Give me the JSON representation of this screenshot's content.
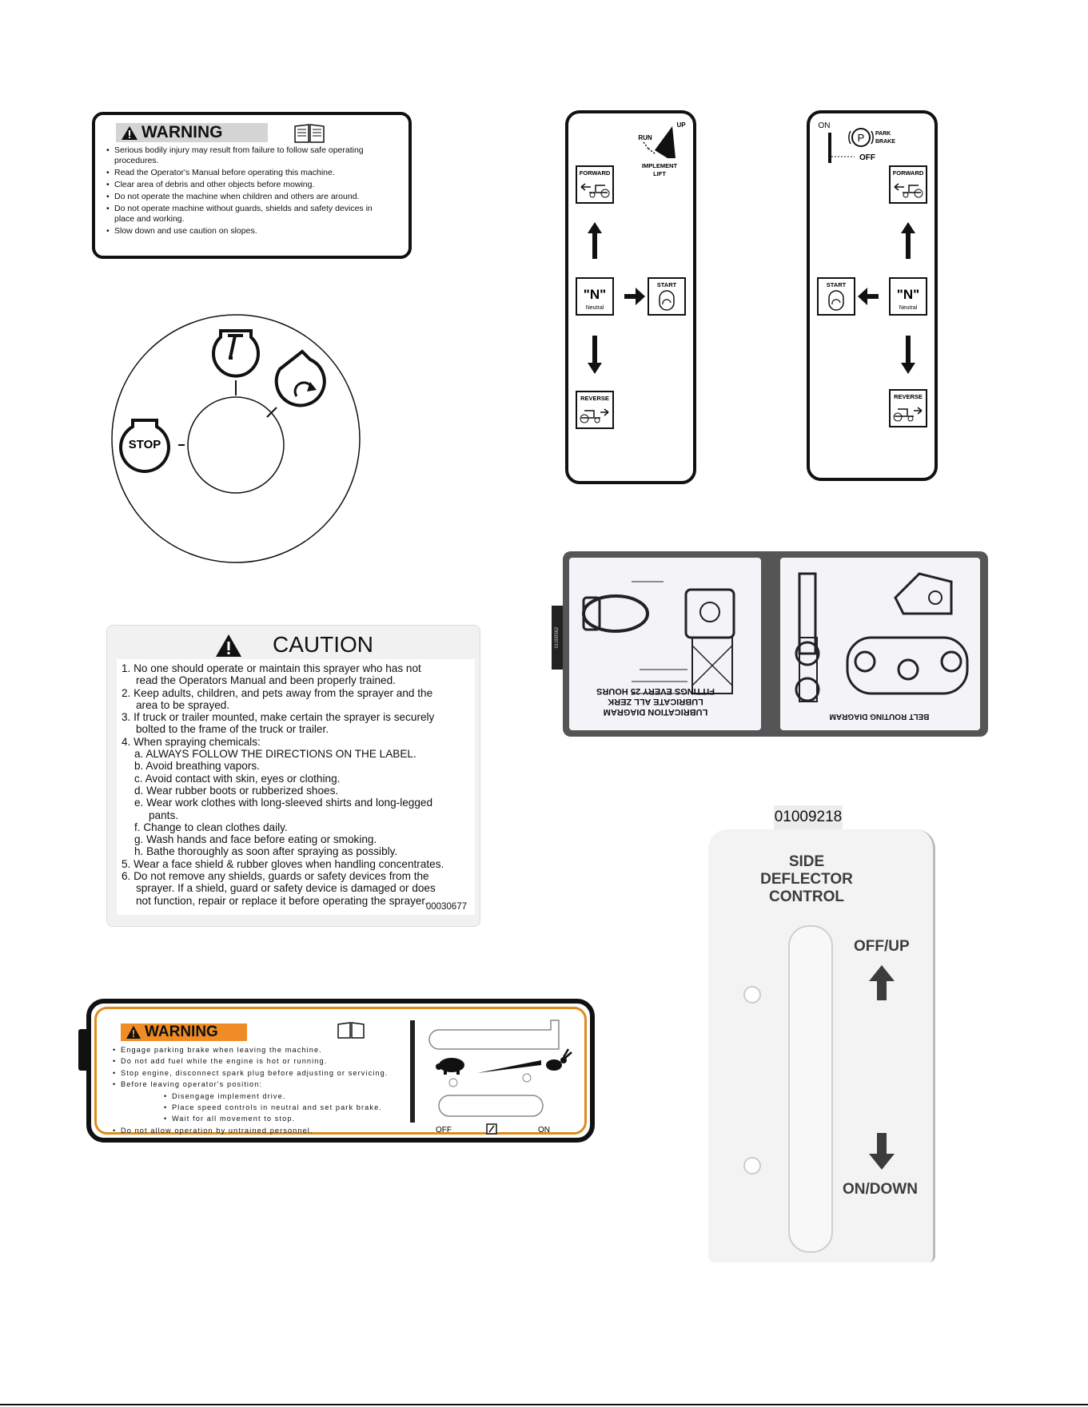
{
  "warning_decal_1": {
    "header": "WARNING",
    "items": [
      "Serious bodily injury may result from failure to follow safe operating procedures.",
      "Read the Operator's Manual before operating this machine.",
      "Clear area of debris and other objects before mowing.",
      "Do not operate the machine when children and others are around.",
      "Do not operate machine without guards, shields and safety devices in place and working.",
      "Slow down and use caution on slopes."
    ]
  },
  "key_switch": {
    "stop_label": "STOP"
  },
  "shift_panel_left": {
    "lift_up": "UP",
    "lift_run": "RUN",
    "lift_title_1": "IMPLEMENT",
    "lift_title_2": "LIFT",
    "forward": "FORWARD",
    "neutral_n": "\"N\"",
    "neutral": "Neutral",
    "start": "START",
    "reverse": "REVERSE"
  },
  "shift_panel_right": {
    "on": "ON",
    "off": "OFF",
    "park_p": "P",
    "park_1": "PARK",
    "park_2": "BRAKE",
    "forward": "FORWARD",
    "neutral_n": "\"N\"",
    "neutral": "Neutral",
    "start": "START",
    "reverse": "REVERSE"
  },
  "lube_decal": {
    "left_title_1": "LUBRICATION DIAGRAM",
    "left_title_2": "LUBRICATE ALL ZERK",
    "left_title_3": "FITTINGS EVERY 25 HOURS",
    "right_title": "BELT ROUTING DIAGRAM",
    "part_no": "01009562"
  },
  "caution_decal": {
    "header": "CAUTION",
    "lines": [
      "1. No one should operate or maintain this sprayer who has not",
      "read the Operators Manual and been properly trained.",
      "2. Keep adults, children, and pets away from the sprayer and the",
      "area to be sprayed.",
      "3. If truck or trailer mounted, make certain the sprayer is securely",
      "bolted to the frame of the truck or trailer.",
      "4. When spraying chemicals:",
      "a. ALWAYS FOLLOW THE DIRECTIONS ON THE LABEL.",
      "b. Avoid breathing vapors.",
      "c. Avoid contact with skin, eyes or clothing.",
      "d. Wear rubber boots or rubberized shoes.",
      "e. Wear work clothes with long-sleeved shirts and long-legged",
      "pants.",
      "f. Change to clean clothes daily.",
      "g. Wash hands and face before eating or smoking.",
      "h. Bathe thoroughly as soon after spraying as possibly.",
      "5. Wear a face shield & rubber gloves when handling concentrates.",
      "6. Do not remove any shields, guards or safety devices from the",
      "sprayer. If a shield, guard or safety device is damaged or does",
      "not function, repair or replace it before operating the sprayer."
    ],
    "code": "00030677"
  },
  "warning_decal_2": {
    "header": "WARNING",
    "items": [
      "Engage parking brake when leaving the machine.",
      "Do not add fuel while the engine is hot or running.",
      "Stop engine, disconnect spark plug before adjusting or servicing.",
      "Before leaving operator's position:"
    ],
    "sub_items": [
      "Disengage implement drive.",
      "Place speed controls in neutral and set park brake.",
      "Wait for all movement to stop."
    ],
    "last_item": "Do not allow operation by untrained personnel.",
    "off": "OFF",
    "on": "ON"
  },
  "side_deflector": {
    "code": "01009218",
    "title_1": "SIDE",
    "title_2": "DEFLECTOR",
    "title_3": "CONTROL",
    "off_up": "OFF/UP",
    "on_down": "ON/DOWN"
  }
}
